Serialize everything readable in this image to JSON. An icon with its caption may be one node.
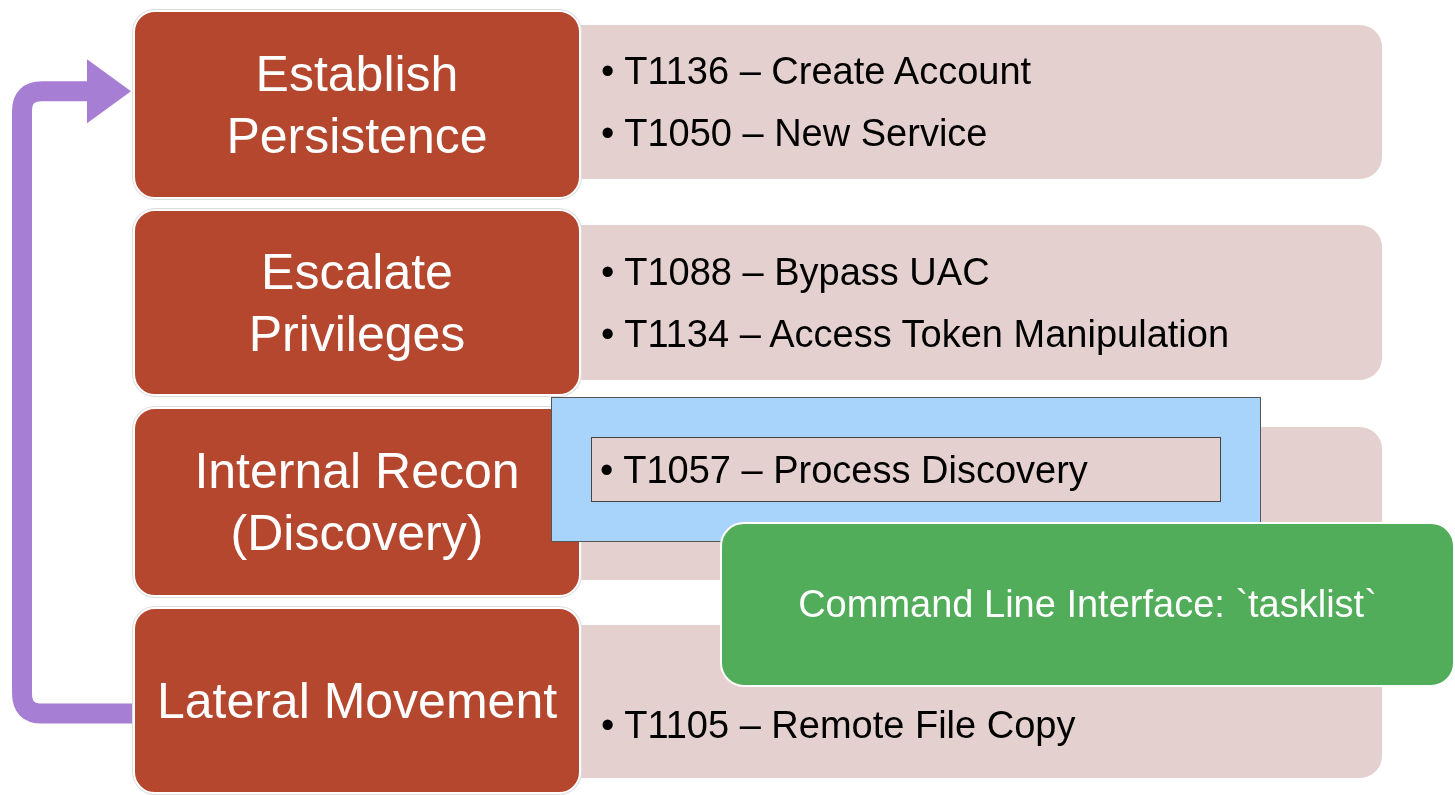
{
  "diagram": {
    "nodes": [
      {
        "text": [
          "Establish Persistence"
        ]
      },
      {
        "text": [
          "• T1136 – Create Account",
          "• T1050 – New Service"
        ]
      },
      {
        "text": [
          "Escalate Privileges"
        ]
      },
      {
        "text": [
          "• T1088 – Bypass UAC",
          "• T1134 – Access Token Manipulation"
        ]
      },
      {
        "text": [
          "Internal Recon (Discovery)"
        ]
      },
      {
        "text": [],
        "shape": "box"
      },
      {
        "text": [],
        "shape": "box"
      },
      {
        "text": [
          "• T1057 – Process Discovery"
        ]
      },
      {
        "text": [
          "Command Line Interface: `tasklist`"
        ]
      },
      {
        "text": [
          "Lateral Movement"
        ]
      },
      {
        "text": [
          "• T1105 – Remote File Copy"
        ]
      }
    ],
    "edges": [
      {
        "from": 9,
        "to": 0,
        "arrow": "to",
        "color": "#a67fd4"
      }
    ]
  }
}
